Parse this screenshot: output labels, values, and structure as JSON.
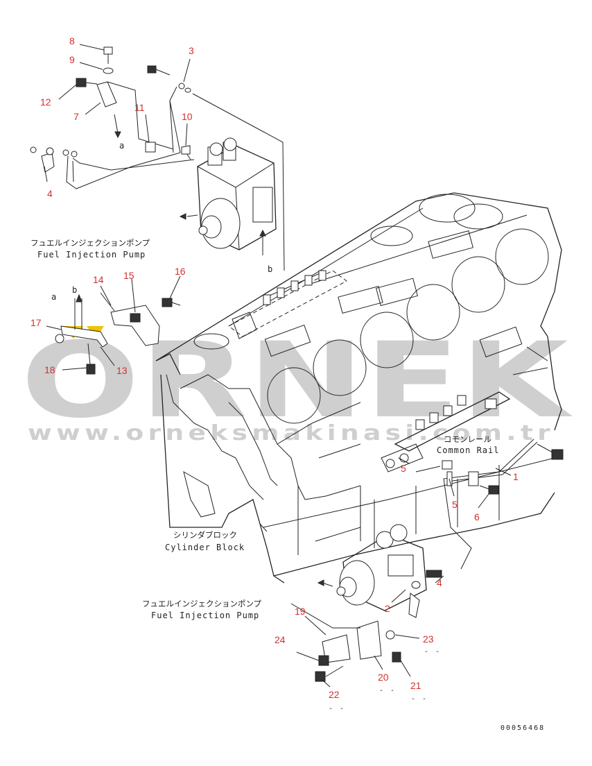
{
  "watermark": {
    "brand": "ORNEK",
    "url": "www.orneksmakinasi.com.tr"
  },
  "captions": {
    "pump_top_jp": "フュエルインジェクションポンプ",
    "pump_top_en": "Fuel Injection Pump",
    "common_rail_jp": "コモンレール",
    "common_rail_en": "Common Rail",
    "cylinder_block_jp": "シリンダブロック",
    "cylinder_block_en": "Cylinder Block",
    "pump_bottom_jp": "フュエルインジェクションポンプ",
    "pump_bottom_en": "Fuel Injection Pump"
  },
  "view_markers": [
    "a",
    "b",
    "a",
    "b"
  ],
  "parts": [
    "1",
    "2",
    "3",
    "4",
    "4",
    "5",
    "5",
    "6",
    "7",
    "8",
    "9",
    "10",
    "11",
    "12",
    "13",
    "14",
    "15",
    "16",
    "17",
    "18",
    "19",
    "20",
    "21",
    "22",
    "23",
    "24"
  ],
  "drawing_code": "00056468",
  "colors": {
    "callout": "#d32f2f",
    "line": "#222222",
    "watermark": "#cfcfcf",
    "accent": "#f2c200"
  }
}
